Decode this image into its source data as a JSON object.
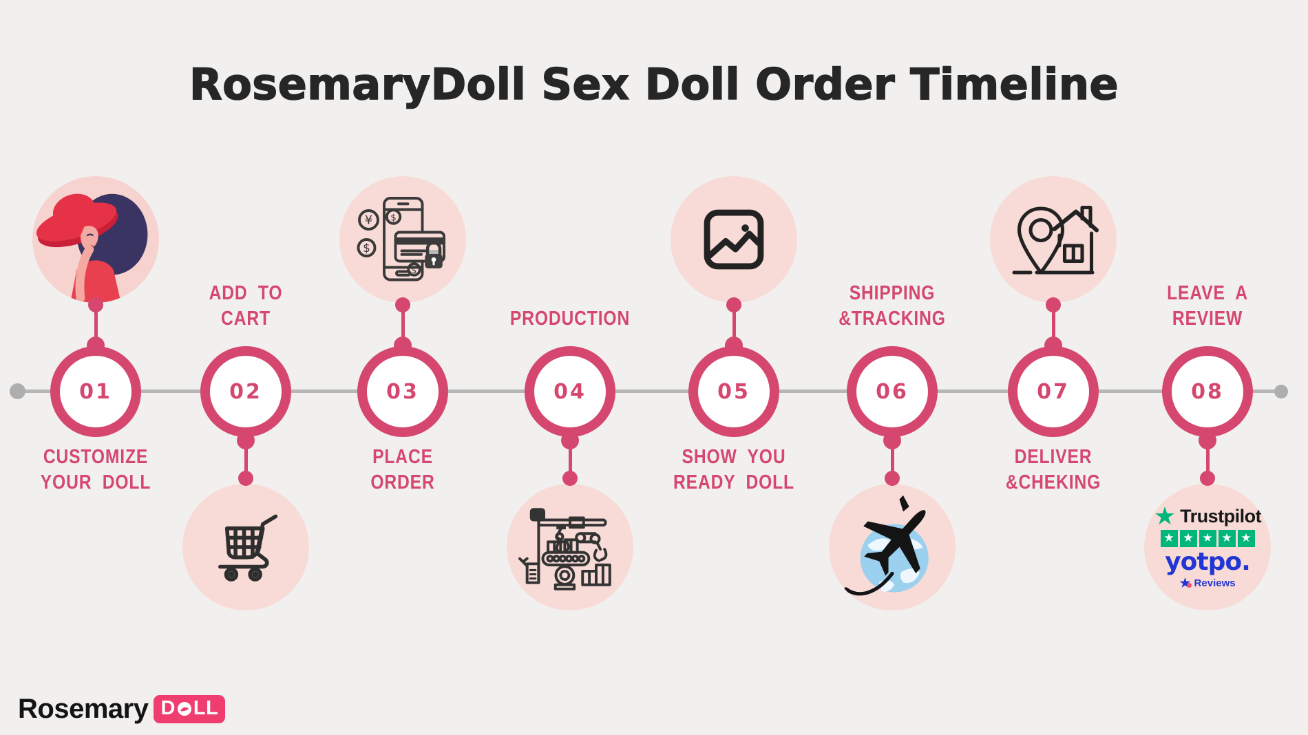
{
  "title": "RosemaryDoll Sex Doll Order Timeline",
  "colors": {
    "background": "#f1f0ef",
    "accent_pink": "#d5476f",
    "icon_circle_pink": "#f8dbd6",
    "timeline_gray": "#b6b6b6",
    "brand_pink": "#ee3d6e",
    "trustpilot_green": "#00b67a",
    "yotpo_blue": "#2236d4"
  },
  "steps": [
    {
      "number": "01",
      "label_lines": [
        "CUSTOMIZE",
        "YOUR DOLL"
      ],
      "icon": "woman-portrait",
      "icon_position": "above"
    },
    {
      "number": "02",
      "label_lines": [
        "ADD TO",
        "CART"
      ],
      "icon": "shopping-cart",
      "icon_position": "below"
    },
    {
      "number": "03",
      "label_lines": [
        "PLACE",
        "ORDER"
      ],
      "icon": "mobile-payment",
      "icon_position": "above"
    },
    {
      "number": "04",
      "label_lines": [
        "PRODUCTION"
      ],
      "icon": "factory-production",
      "icon_position": "below"
    },
    {
      "number": "05",
      "label_lines": [
        "SHOW YOU",
        "READY DOLL"
      ],
      "icon": "photo",
      "icon_position": "above"
    },
    {
      "number": "06",
      "label_lines": [
        "SHIPPING",
        "&TRACKING"
      ],
      "icon": "airplane-globe",
      "icon_position": "below"
    },
    {
      "number": "07",
      "label_lines": [
        "DELIVER",
        "&CHEKING"
      ],
      "icon": "location-house",
      "icon_position": "above"
    },
    {
      "number": "08",
      "label_lines": [
        "LEAVE A",
        "REVIEW"
      ],
      "icon": "review-logos",
      "icon_position": "below"
    }
  ],
  "review_badges": {
    "trustpilot_label": "Trustpilot",
    "stars_count": 5,
    "yotpo_label": "yotpo.",
    "reviews_label": "Reviews"
  },
  "brand": {
    "name": "Rosemary",
    "badge_part1": "D",
    "badge_part2": "LL"
  }
}
